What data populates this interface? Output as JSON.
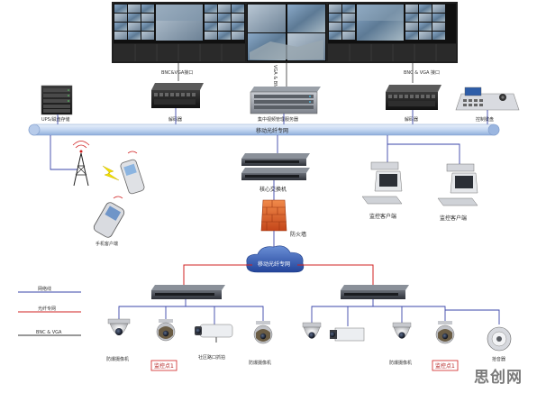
{
  "labels": {
    "decoder_left": "解码器",
    "decoder_right": "解码器",
    "central_server": "集中视频管理服务器",
    "ups_storage": "UPS/磁盘存储",
    "control_keyboard": "控制键盘",
    "mobile_fiber_network": "移动光纤专网",
    "core_switch": "核心交换机",
    "firewall": "防火墙",
    "monitor_client_1": "监控客户端",
    "monitor_client_2": "监控客户端",
    "mobile_client": "手机客户端",
    "cloud_network": "移动光纤专网",
    "bnc_vga_left": "BNC&VGA接口",
    "bnc_vga_right": "BNC & VGA 接口",
    "vga_vertical": "VGA & BNC",
    "cam_1": "防爆摄像机",
    "cam_2": "监控点1",
    "cam_3": "社区路口抓拍",
    "cam_4": "防爆摄像机",
    "cam_5": "防爆摄像机",
    "cam_6": "监控点1",
    "cam_7": "拾音器",
    "watermark": "思创网"
  },
  "legend": [
    {
      "label": "网络线",
      "color": "#3a45a8"
    },
    {
      "label": "光纤专网",
      "color": "#d02020"
    },
    {
      "label": "BNC & VGA",
      "color": "#333333"
    }
  ],
  "colors": {
    "network_line": "#3a45a8",
    "fiber_line": "#d02020",
    "signal_line": "#333333",
    "backbone": "#c8d8f0",
    "screen_bg": "#1a1a1a"
  }
}
